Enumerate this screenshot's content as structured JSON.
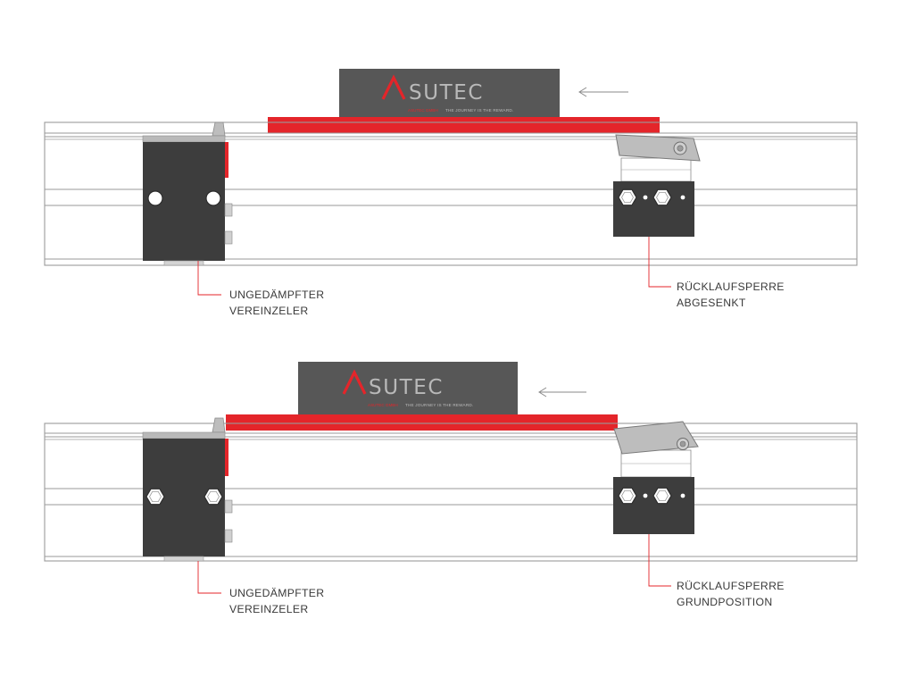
{
  "colors": {
    "accent_red": "#e4252a",
    "rail_line": "#9a9a9a",
    "block_dark": "#3d3d3d",
    "logo_box": "#575757",
    "callout_red": "#e4252a"
  },
  "panels": [
    {
      "id": "top",
      "logo": {
        "brand": "SUTEC",
        "tagline_red": "ASUTEC GMBH",
        "tagline": "THE JOURNEY IS THE REWARD."
      },
      "direction_arrow_icon": "arrow-left-icon",
      "stop_state": "lowered",
      "callouts": [
        {
          "lines": [
            "UNGEDÄMPFTER",
            "VEREINZELER"
          ]
        },
        {
          "lines": [
            "RÜCKLAUFSPERRE",
            "ABGESENKT"
          ]
        }
      ]
    },
    {
      "id": "bottom",
      "logo": {
        "brand": "SUTEC",
        "tagline_red": "ASUTEC GMBH",
        "tagline": "THE JOURNEY IS THE REWARD."
      },
      "direction_arrow_icon": "arrow-left-icon",
      "stop_state": "home",
      "callouts": [
        {
          "lines": [
            "UNGEDÄMPFTER",
            "VEREINZELER"
          ]
        },
        {
          "lines": [
            "RÜCKLAUFSPERRE",
            "GRUNDPOSITION"
          ]
        }
      ]
    }
  ]
}
